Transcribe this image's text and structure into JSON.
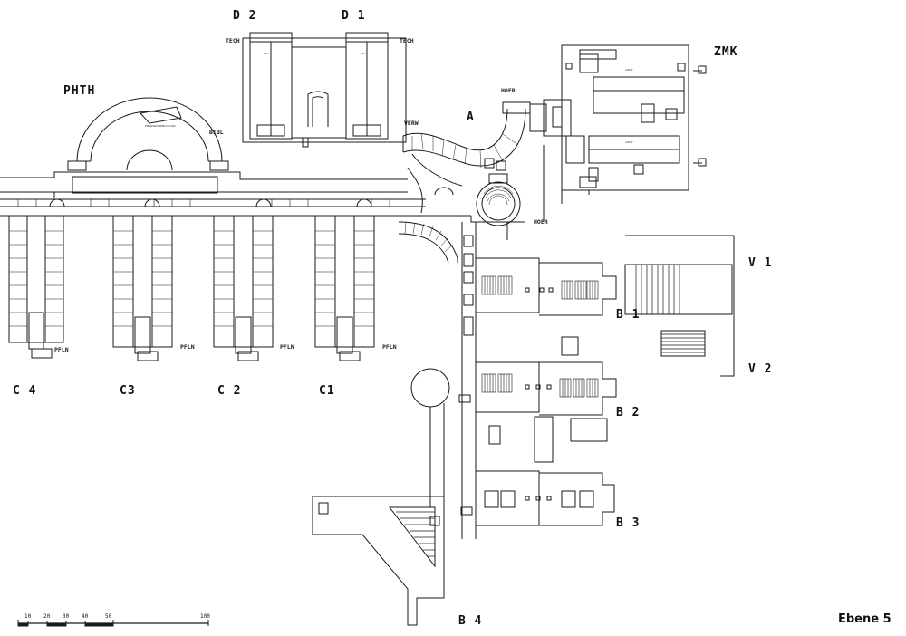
{
  "plan": {
    "level": "Ebene 5",
    "blocks": {
      "d2": "D 2",
      "d1": "D 1",
      "zmk": "ZMK",
      "phth": "PHTH",
      "a": "A",
      "c4": "C 4",
      "c3": "C3",
      "c2": "C 2",
      "c1": "C1",
      "b1": "B 1",
      "b2": "B 2",
      "b3": "B 3",
      "b4": "B 4",
      "v1": "V 1",
      "v2": "V 2"
    },
    "rooms": {
      "tech_left": "TECH",
      "tech_right": "TECH",
      "hoer_top": "HOER",
      "hoer_bottom": "HOER",
      "verw": "VERW",
      "bibl": "BIBL",
      "pfln_c4": "PFLN",
      "pfln_c3": "PFLN",
      "pfln_c2": "PFLN",
      "pfln_c1": "PFLN"
    },
    "scale": [
      "10",
      "20",
      "30",
      "40",
      "50",
      "100"
    ]
  }
}
